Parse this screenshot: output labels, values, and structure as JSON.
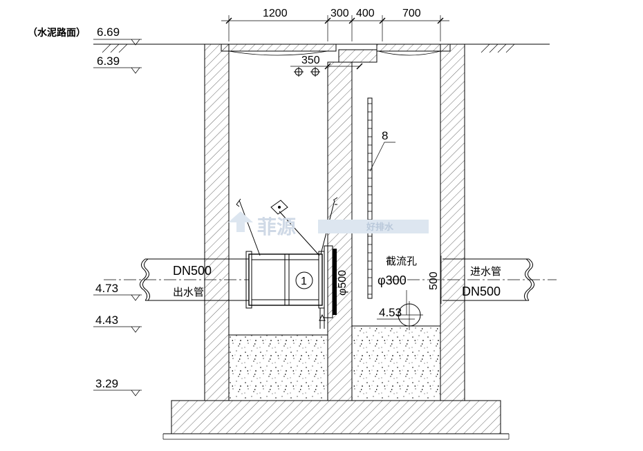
{
  "surface_note": "（水泥路面）",
  "elevations": {
    "top": "6.69",
    "cover_bottom": "6.39",
    "outlet": "4.73",
    "orifice": "4.53",
    "bench": "4.43",
    "base": "3.29"
  },
  "dimensions": {
    "left_chamber": "1200",
    "wall": "300",
    "gap": "400",
    "right_chamber": "700",
    "offset": "350",
    "inlet_height": "500"
  },
  "outlet_pipe": {
    "size": "DN500",
    "label": "出水管"
  },
  "inlet_pipe": {
    "size": "DN500",
    "label": "进水管"
  },
  "valve": {
    "tag": "1",
    "diameter": "φ500"
  },
  "orifice": {
    "label": "截流孔",
    "diameter": "φ300"
  },
  "ladder": {
    "tag": "8"
  },
  "watermark": {
    "brand": "菲源",
    "slogan": "好排水"
  }
}
